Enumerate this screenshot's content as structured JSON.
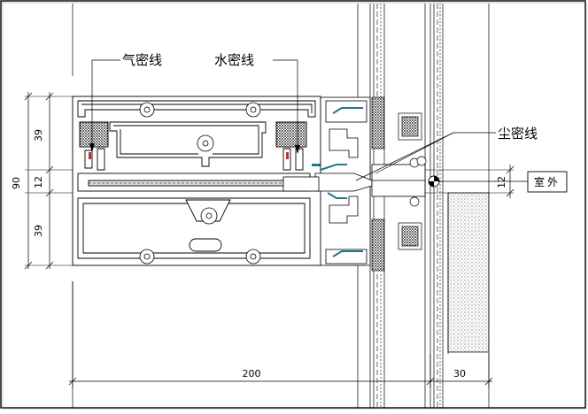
{
  "labels": {
    "gas_seal": "气密线",
    "water_seal": "水密线",
    "dust_seal": "尘密线",
    "exterior": "室外"
  },
  "dimensions": {
    "total_height": "90",
    "upper_height": "39",
    "middle_height": "12",
    "lower_height": "39",
    "right_gap": "12",
    "width_main": "200",
    "width_side": "30"
  }
}
